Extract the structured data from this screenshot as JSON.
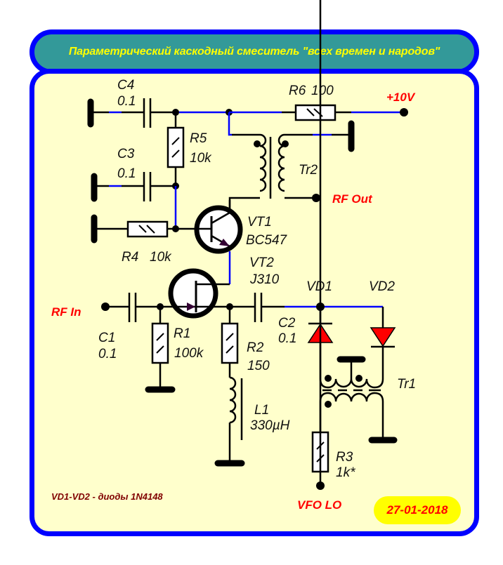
{
  "title": "Параметрический каскодный смеситель \"всех времен и народов\"",
  "colors": {
    "frame_border": "#0000ff",
    "title_bg": "#339999",
    "title_text": "#ffff00",
    "panel_bg": "#ffffcc",
    "port_label": "#ff0000",
    "note_text": "#800000",
    "diode_fill": "#ff0000",
    "date_bg": "#ffff00"
  },
  "components": {
    "C4": {
      "ref": "C4",
      "value": "0.1"
    },
    "C3": {
      "ref": "C3",
      "value": "0.1"
    },
    "C1": {
      "ref": "C1",
      "value": "0.1"
    },
    "C2": {
      "ref": "C2",
      "value": "0.1"
    },
    "R1": {
      "ref": "R1",
      "value": "100k"
    },
    "R2": {
      "ref": "R2",
      "value": "150"
    },
    "R3": {
      "ref": "R3",
      "value": "1k*"
    },
    "R4": {
      "ref": "R4",
      "value": "10k"
    },
    "R5": {
      "ref": "R5",
      "value": "10k"
    },
    "R6": {
      "ref": "R6",
      "value": "100"
    },
    "L1": {
      "ref": "L1",
      "value": "330µH"
    },
    "VT1": {
      "ref": "VT1",
      "value": "BC547"
    },
    "VT2": {
      "ref": "VT2",
      "value": "J310"
    },
    "VD1": {
      "ref": "VD1"
    },
    "VD2": {
      "ref": "VD2"
    },
    "Tr1": {
      "ref": "Tr1"
    },
    "Tr2": {
      "ref": "Tr2"
    }
  },
  "ports": {
    "supply": "+10V",
    "rf_out": "RF Out",
    "rf_in": "RF In",
    "vfo_lo": "VFO LO"
  },
  "note": "VD1-VD2 - диоды 1N4148",
  "date": "27-01-2018"
}
